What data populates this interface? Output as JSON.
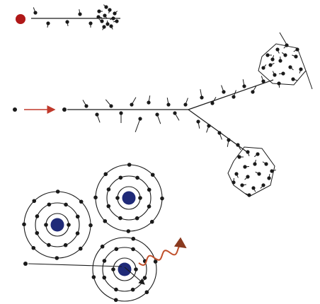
{
  "colors": {
    "ink": "#1a1a1a",
    "particle_red": "#b01818",
    "arrow_red": "#c0392b",
    "nucleus": "#1f2a78",
    "photon": "#c0502b",
    "background": "#ffffff"
  },
  "icons": {
    "incoming_particle": "red-dot-icon",
    "direction": "red-arrow-icon",
    "nucleus": "blue-nucleus-icon",
    "photon": "wavy-photon-icon"
  },
  "components": {
    "track_small": "short-ionization-track",
    "track_large": "branching-ionization-track",
    "atoms": [
      "atom-upper-left",
      "atom-upper-right",
      "atom-bottom"
    ]
  }
}
